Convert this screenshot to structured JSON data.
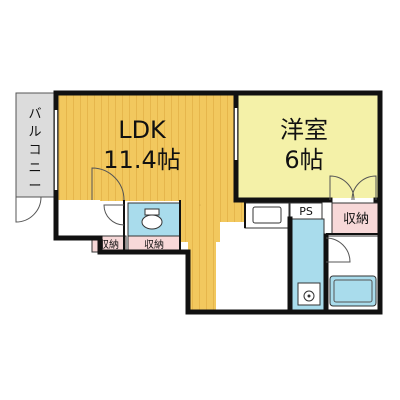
{
  "rooms": {
    "ldk": {
      "name": "LDK",
      "size": "11.4帖"
    },
    "western": {
      "name": "洋室",
      "size": "6帖"
    }
  },
  "balcony": {
    "chars": [
      "バ",
      "ル",
      "コ",
      "ニ",
      "ー"
    ]
  },
  "labels": {
    "ps": "PS",
    "storage_right": "収納",
    "storage_left": "収納",
    "storage_center": "収納"
  },
  "colors": {
    "ldk_floor": "#f2c85e",
    "ldk_stripe": "#e3b34a",
    "western_floor": "#f4f1a8",
    "storage_pink": "#f7d8d8",
    "wet_area": "#a9dcec",
    "wall": "#111111",
    "balcony": "#dcdcdc"
  },
  "icons": {
    "kitchen": "kitchen-sink-icon",
    "toilet": "toilet-icon",
    "bath": "bathtub-icon",
    "washbasin": "washbasin-icon"
  }
}
